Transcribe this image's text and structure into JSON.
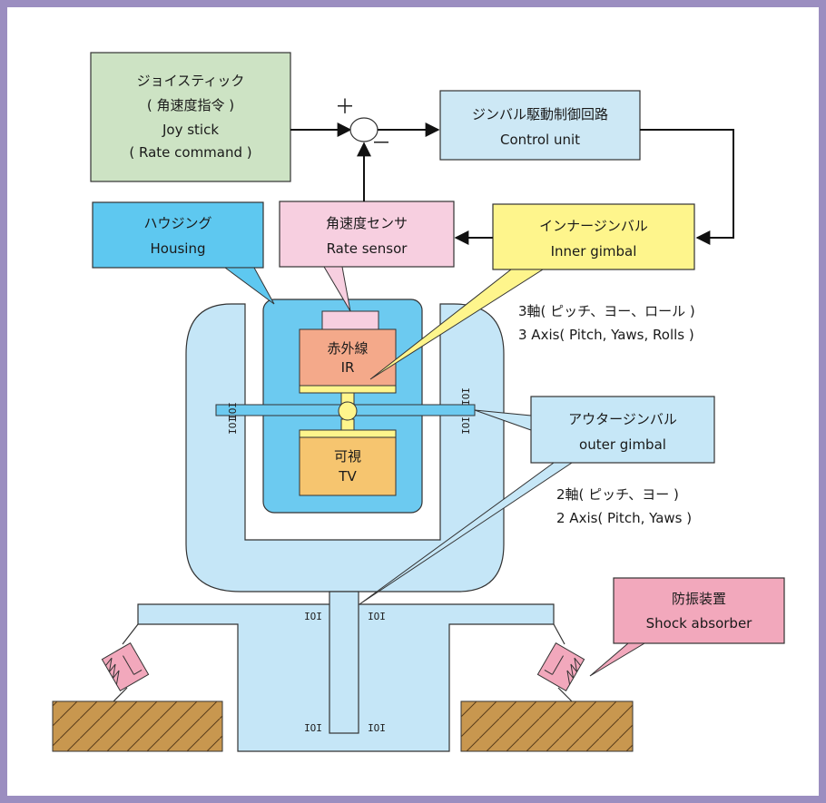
{
  "diagram": {
    "joystick": {
      "ja": "ジョイスティック",
      "ja_sub": "( 角速度指令 )",
      "en": "Joy stick",
      "en_sub": "( Rate command )"
    },
    "summing_junction": {
      "plus": "＋",
      "minus": "－"
    },
    "control_unit": {
      "ja": "ジンバル駆動制御回路",
      "en": "Control unit"
    },
    "housing": {
      "ja": "ハウジング",
      "en": "Housing"
    },
    "rate_sensor": {
      "ja": "角速度センサ",
      "en": "Rate sensor"
    },
    "inner_gimbal": {
      "ja": "インナージンバル",
      "en": "Inner gimbal"
    },
    "inner_axes": {
      "ja": "3軸( ピッチ、ヨー、ロール )",
      "en": "3 Axis( Pitch, Yaws, Rolls )"
    },
    "ir_camera": {
      "ja": "赤外線",
      "en": "IR"
    },
    "tv_camera": {
      "ja": "可視",
      "en": "TV"
    },
    "outer_gimbal": {
      "ja": "アウタージンバル",
      "en": "outer gimbal"
    },
    "outer_axes": {
      "ja": "2軸( ピッチ、ヨー )",
      "en": "2 Axis( Pitch, Yaws )"
    },
    "shock_absorber": {
      "ja": "防振装置",
      "en": "Shock absorber"
    },
    "bearing_symbol": "IOI"
  },
  "colors": {
    "frame": "#9b8ec0",
    "joystick_fill": "#cde3c4",
    "control_fill": "#cde8f5",
    "housing_label_fill": "#5ec8f0",
    "rate_sensor_fill": "#f7cfe0",
    "inner_gimbal_fill": "#fef58c",
    "outer_gimbal_label_fill": "#c6e7f7",
    "shock_label_fill": "#f2a8bc",
    "housing_body": "#c5e6f7",
    "inner_housing": "#6ccaf0",
    "ir_fill": "#f4a98a",
    "tv_fill": "#f6c56f",
    "ground": "#c8974f"
  }
}
